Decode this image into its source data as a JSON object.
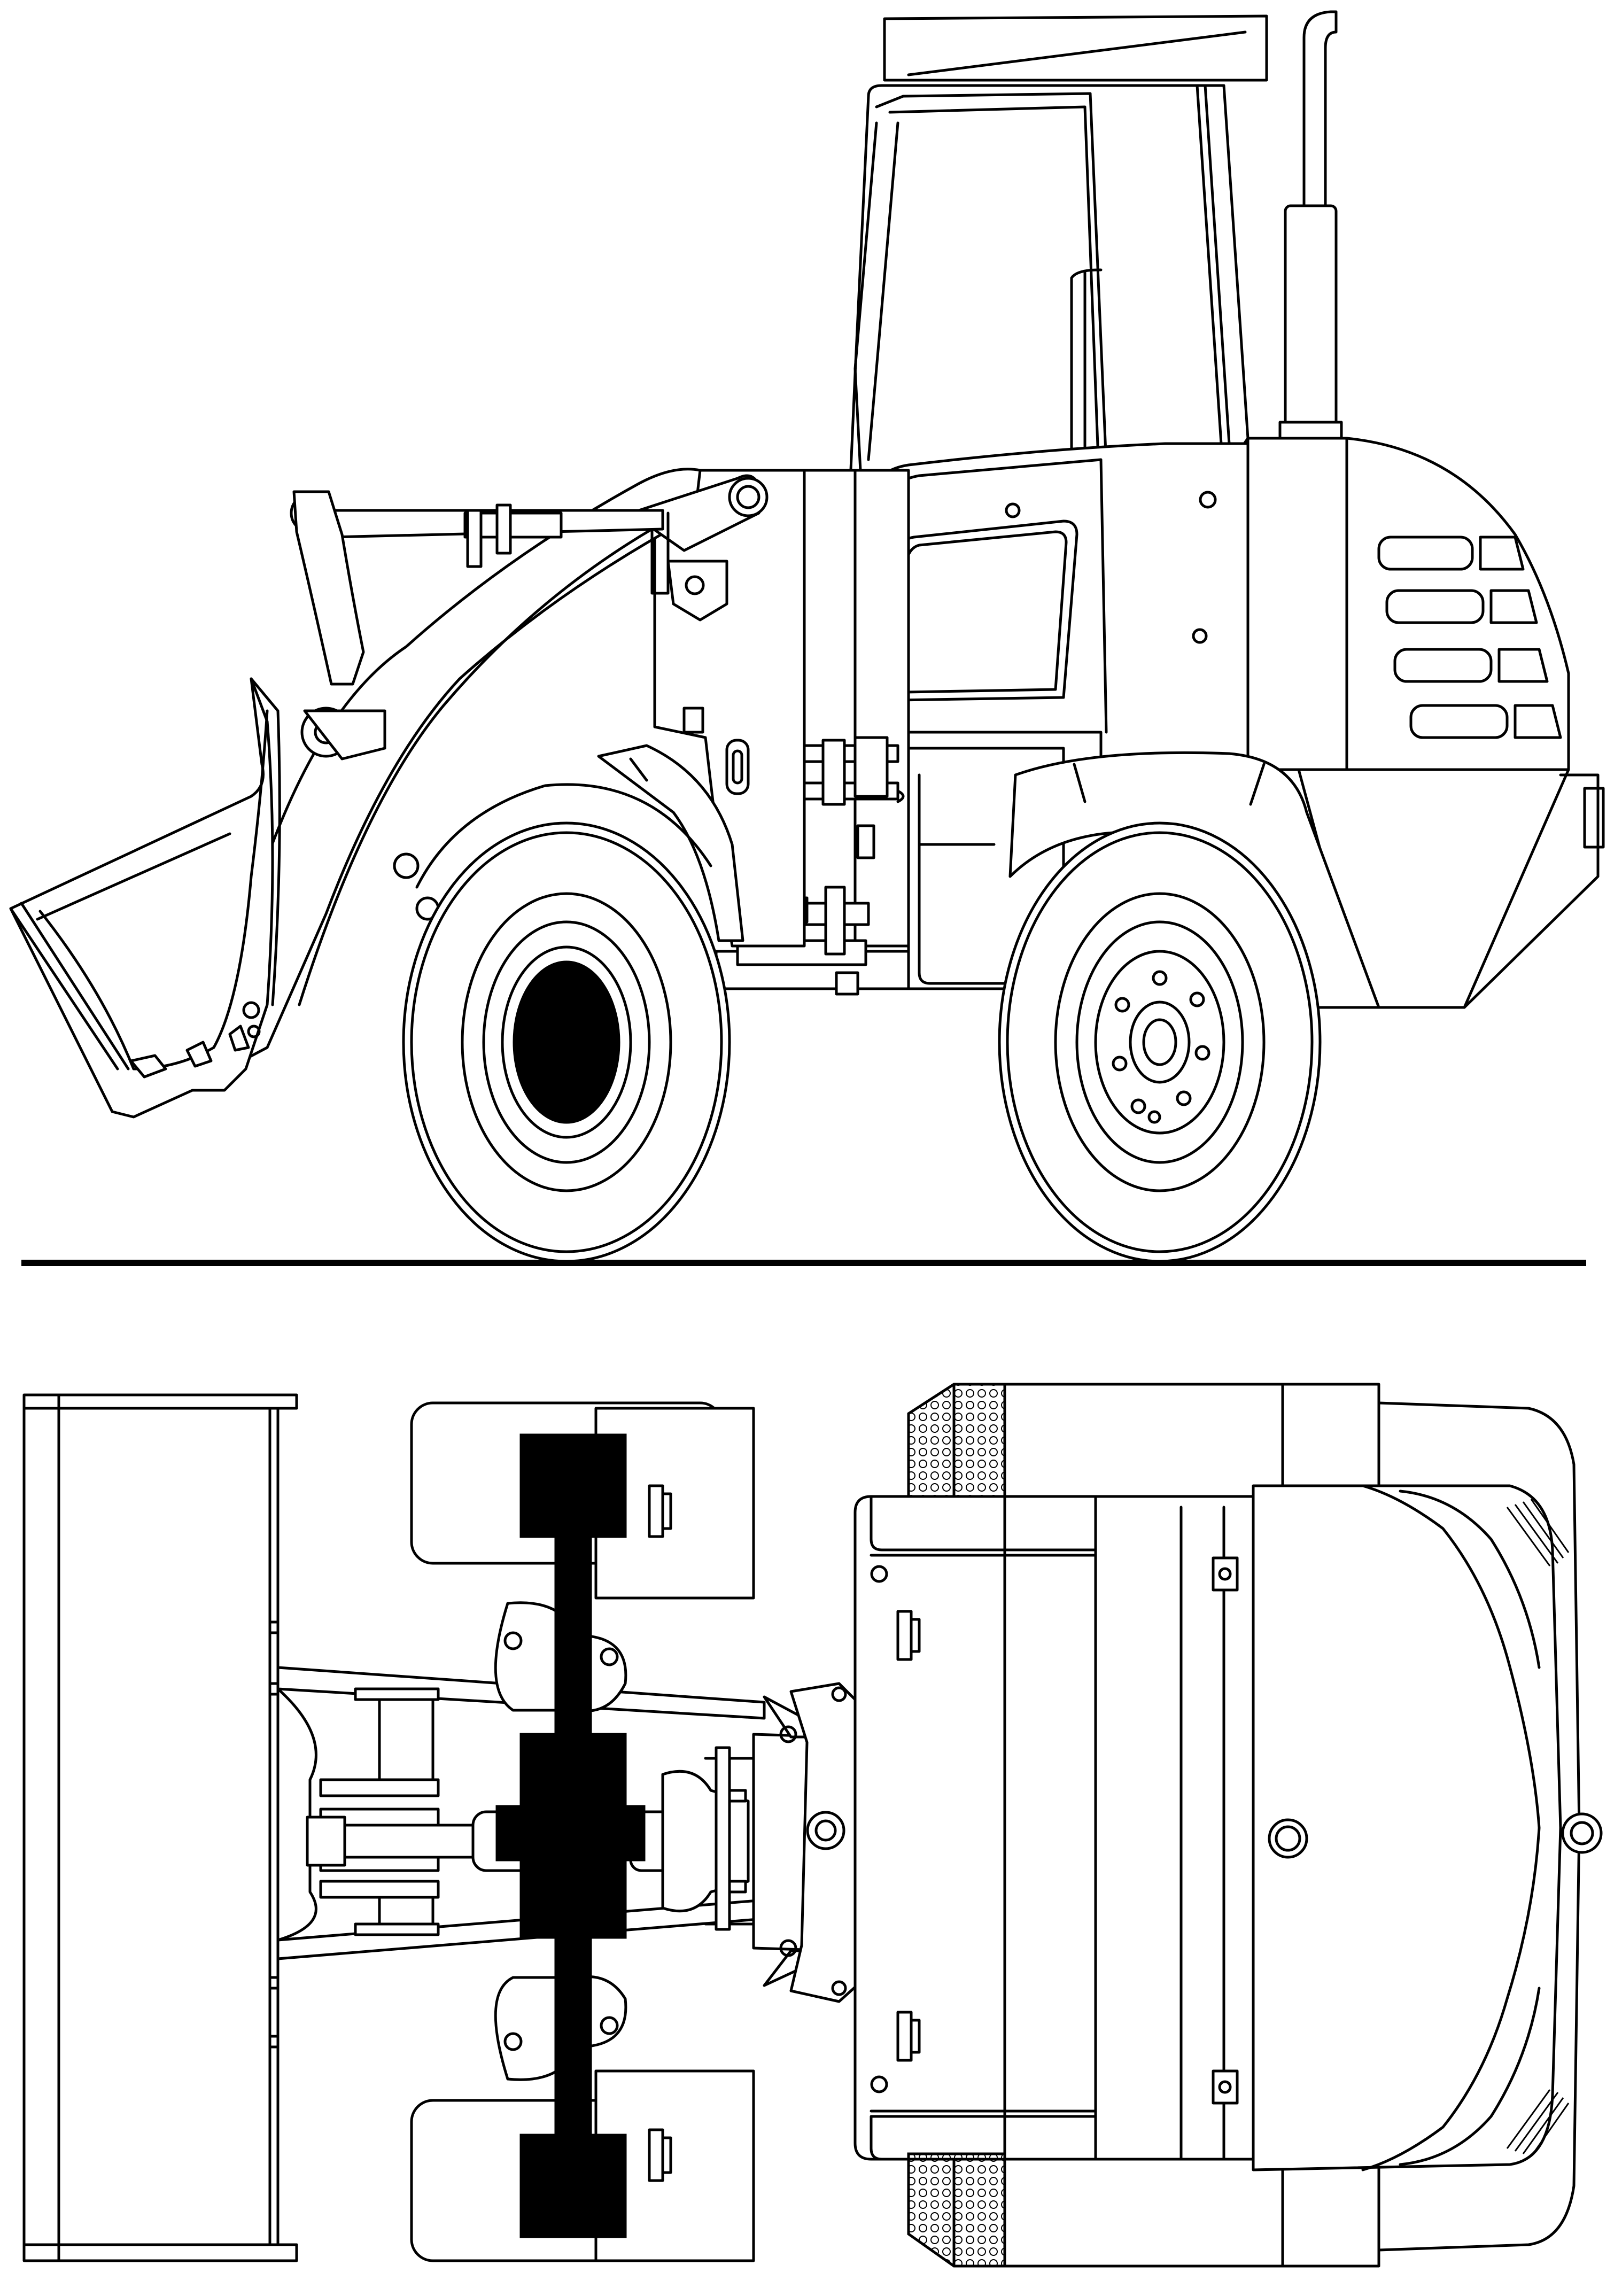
{
  "drawing": {
    "subject": "wheel-loader",
    "views": [
      "side-view",
      "top-view"
    ],
    "line_color": "#000000",
    "background_color": "#ffffff"
  }
}
